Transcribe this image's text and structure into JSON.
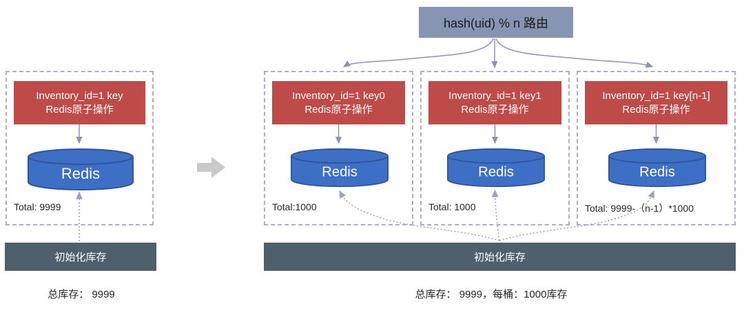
{
  "colors": {
    "red": "#BE4B48",
    "blue": "#3E6FC6",
    "blue_border": "#2E5596",
    "slate_bar": "#4E606B",
    "router_bg": "#8795B2",
    "dash_border": "#A9AECC",
    "arrow": "#8A92B8",
    "dotted_arrow": "#9AA1C9",
    "transform_arrow": "#C9C9C9",
    "text_dark": "#262626"
  },
  "router": {
    "label": "hash(uid) % n 路由"
  },
  "left_panel": {
    "op_line1": "Inventory_id=1 key",
    "op_line2": "Redis原子操作",
    "redis": "Redis",
    "total": "Total: 9999",
    "init_label": "初始化库存",
    "summary": "总库存： 9999"
  },
  "right_panel": {
    "shards": [
      {
        "op_line1": "Inventory_id=1 key0",
        "op_line2": "Redis原子操作",
        "redis": "Redis",
        "total": "Total:1000"
      },
      {
        "op_line1": "Inventory_id=1 key1",
        "op_line2": "Redis原子操作",
        "redis": "Redis",
        "total": "Total: 1000"
      },
      {
        "op_line1": "Inventory_id=1 key[n-1]",
        "op_line2": "Redis原子操作",
        "redis": "Redis",
        "total": "Total: 9999-（n-1）*1000"
      }
    ],
    "init_label": "初始化库存",
    "summary": "总库存： 9999，每桶：1000库存"
  }
}
